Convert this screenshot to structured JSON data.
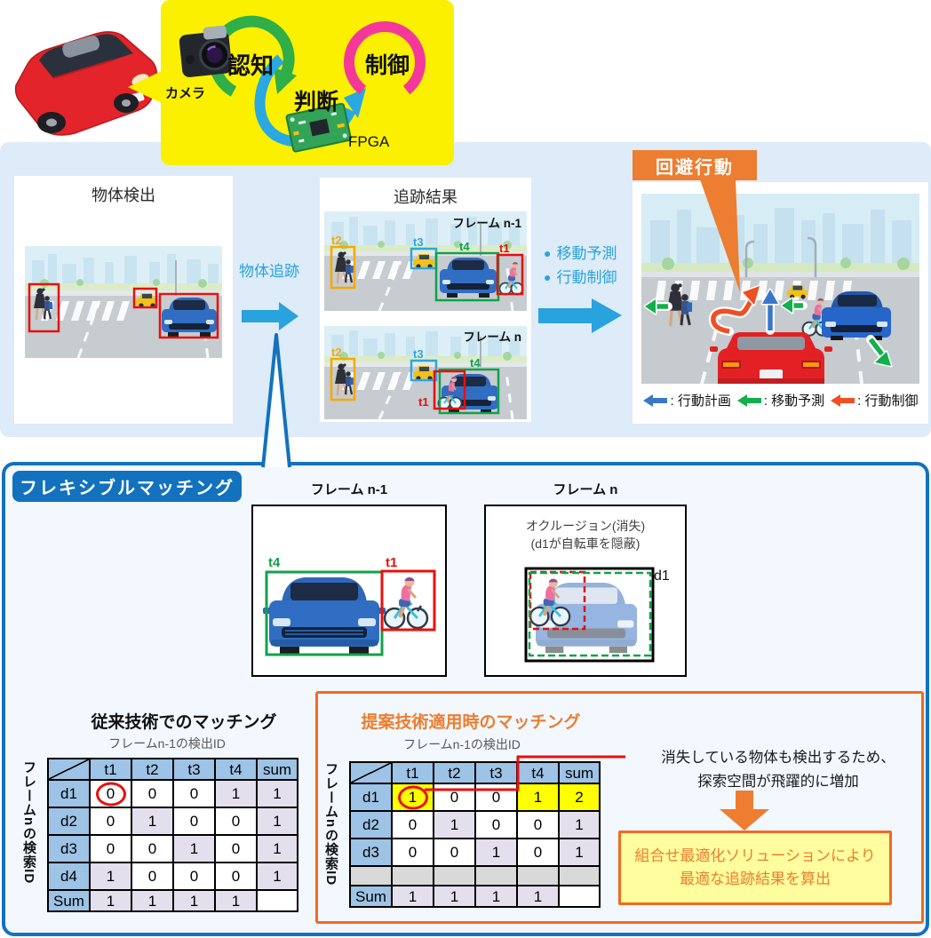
{
  "colors": {
    "accent_blue": "#29A3DE",
    "deep_blue": "#1272BE",
    "section_bg": "#DEEBF8",
    "bottom_panel_bg": "#F2F8FE",
    "orange": "#ED7D31",
    "orange_border": "#F26A21",
    "highlight_yellow": "#FFFF00",
    "result_box_yellow": "#FFFD9E",
    "table_header_blue": "#9DC3E6",
    "table_shaded_lavender": "#E4DFEC",
    "table_gray": "#D9D9D9",
    "circle_red": "#E8100C",
    "box_green": "#12A14B",
    "box_orange": "#F5A800",
    "box_cyan": "#2BA7DF",
    "box_red": "#E8100C",
    "pipeline_yellow": "#FBF000",
    "pipeline_green": "#2FAE49",
    "pipeline_pink": "#F4379B"
  },
  "pipeline": {
    "camera_label": "カメラ",
    "recognition": "認知",
    "judgment": "判断",
    "control": "制御",
    "fpga_label": "FPGA"
  },
  "track_labels": {
    "t1": "t1",
    "t2": "t2",
    "t3": "t3",
    "t4": "t4"
  },
  "overview": {
    "detection_title": "物体検出",
    "tracking_arrow_label": "物体追跡",
    "tracking_title": "追跡結果",
    "frame_prev_label": "フレーム n-1",
    "frame_curr_label": "フレーム n",
    "bullet1": "移動予測",
    "bullet2": "行動制御",
    "avoidance_label": "回避行動",
    "legend": [
      {
        "name": "action-plan",
        "label": ": 行動計画",
        "color": "#3A77C9"
      },
      {
        "name": "motion-prediction",
        "label": ": 移動予測",
        "color": "#12B04A"
      },
      {
        "name": "action-control",
        "label": ": 行動制御",
        "color": "#F04E23"
      }
    ]
  },
  "matching": {
    "section_label": "フレキシブルマッチング",
    "frame_prev_title": "フレーム n-1",
    "frame_curr_title": "フレーム n",
    "occlusion_line1": "オクルージョン(消失)",
    "occlusion_line2": "(d1が自転車を隠蔽)",
    "d1_label": "d1",
    "conventional": {
      "title": "従来技術でのマッチング",
      "col_group_label": "フレームn-1の検出ID",
      "row_group_label": "フレームnの検索ID",
      "columns": [
        "t1",
        "t2",
        "t3",
        "t4",
        "sum"
      ],
      "rows": [
        {
          "label": "d1",
          "cells": [
            {
              "v": "0",
              "s": "plain",
              "circle": true
            },
            {
              "v": "0",
              "s": "plain"
            },
            {
              "v": "0",
              "s": "plain"
            },
            {
              "v": "1",
              "s": "hl"
            },
            {
              "v": "1",
              "s": "hl"
            }
          ]
        },
        {
          "label": "d2",
          "cells": [
            {
              "v": "0",
              "s": "plain"
            },
            {
              "v": "1",
              "s": "hl"
            },
            {
              "v": "0",
              "s": "plain"
            },
            {
              "v": "0",
              "s": "plain"
            },
            {
              "v": "1",
              "s": "hl"
            }
          ]
        },
        {
          "label": "d3",
          "cells": [
            {
              "v": "0",
              "s": "plain"
            },
            {
              "v": "0",
              "s": "plain"
            },
            {
              "v": "1",
              "s": "hl"
            },
            {
              "v": "0",
              "s": "plain"
            },
            {
              "v": "1",
              "s": "hl"
            }
          ]
        },
        {
          "label": "d4",
          "cells": [
            {
              "v": "1",
              "s": "hl"
            },
            {
              "v": "0",
              "s": "plain"
            },
            {
              "v": "0",
              "s": "plain"
            },
            {
              "v": "0",
              "s": "plain"
            },
            {
              "v": "1",
              "s": "hl"
            }
          ]
        },
        {
          "label": "Sum",
          "row_class": "sum-row",
          "cells": [
            {
              "v": "1",
              "s": "hl"
            },
            {
              "v": "1",
              "s": "hl"
            },
            {
              "v": "1",
              "s": "hl"
            },
            {
              "v": "1",
              "s": "hl"
            },
            {
              "v": "",
              "s": "blank"
            }
          ]
        }
      ]
    },
    "proposed": {
      "title": "提案技術適用時のマッチング",
      "col_group_label": "フレームn-1の検出ID",
      "row_group_label": "フレームnの検索ID",
      "columns": [
        "t1",
        "t2",
        "t3",
        "t4",
        "sum"
      ],
      "rows": [
        {
          "label": "d1",
          "cells": [
            {
              "v": "1",
              "s": "yel",
              "circle": true
            },
            {
              "v": "0",
              "s": "plain"
            },
            {
              "v": "0",
              "s": "plain"
            },
            {
              "v": "1",
              "s": "yel"
            },
            {
              "v": "2",
              "s": "yelred"
            }
          ]
        },
        {
          "label": "d2",
          "cells": [
            {
              "v": "0",
              "s": "plain"
            },
            {
              "v": "1",
              "s": "hl"
            },
            {
              "v": "0",
              "s": "plain"
            },
            {
              "v": "0",
              "s": "plain"
            },
            {
              "v": "1",
              "s": "hl"
            }
          ]
        },
        {
          "label": "d3",
          "cells": [
            {
              "v": "0",
              "s": "plain"
            },
            {
              "v": "0",
              "s": "plain"
            },
            {
              "v": "1",
              "s": "hl"
            },
            {
              "v": "0",
              "s": "plain"
            },
            {
              "v": "1",
              "s": "hl"
            }
          ]
        },
        {
          "label": "",
          "label_style": "gray",
          "row_class": "spacer",
          "cells": [
            {
              "v": "",
              "s": "gray"
            },
            {
              "v": "",
              "s": "gray"
            },
            {
              "v": "",
              "s": "gray"
            },
            {
              "v": "",
              "s": "gray"
            },
            {
              "v": "",
              "s": "gray"
            }
          ]
        },
        {
          "label": "Sum",
          "row_class": "sum-row",
          "cells": [
            {
              "v": "1",
              "s": "hl"
            },
            {
              "v": "1",
              "s": "hl"
            },
            {
              "v": "1",
              "s": "hl"
            },
            {
              "v": "1",
              "s": "hl"
            },
            {
              "v": "",
              "s": "blank"
            }
          ]
        }
      ]
    },
    "note_line1": "消失している物体も検出するため、",
    "note_line2": "探索空間が飛躍的に増加",
    "result_line1": "組合せ最適化ソリューションにより",
    "result_line2": "最適な追跡結果を算出"
  }
}
